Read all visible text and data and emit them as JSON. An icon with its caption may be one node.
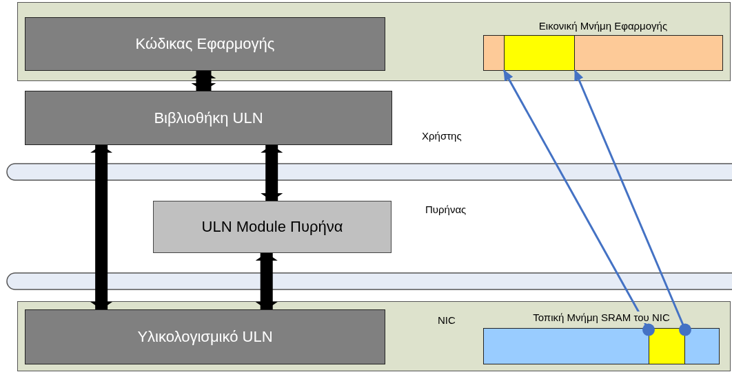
{
  "diagram": {
    "nodes": [
      {
        "text": [],
        "shape": "box"
      },
      {
        "text": [
          "Κώδικας Εφαρμογής"
        ],
        "in": 0
      },
      {
        "text": [
          "Εικονική Μνήμη Εφαρμογής"
        ],
        "in": 0
      },
      {
        "text": [],
        "shape": "box",
        "in": 2
      },
      {
        "text": [
          "Βιβλιοθήκη ULN"
        ]
      },
      {
        "text": [
          "ULN Module Πυρήνα"
        ]
      },
      {
        "text": [],
        "shape": "box"
      },
      {
        "text": [
          "Υλικολογισμικό ULN"
        ],
        "in": 6
      },
      {
        "text": [
          "Τοπική Μνήμη SRAM του NIC"
        ],
        "in": 6
      },
      {
        "text": [],
        "shape": "box",
        "in": 8
      }
    ],
    "edges": [
      {
        "from": 1,
        "to": 4,
        "arrow": "both"
      },
      {
        "from": 4,
        "to": 7,
        "arrow": "both"
      },
      {
        "from": 4,
        "to": 5,
        "arrow": "both"
      },
      {
        "from": 5,
        "to": 7,
        "arrow": "both"
      },
      {
        "from": 9,
        "to": 3,
        "arrow": "to",
        "color": "#4472c4"
      },
      {
        "from": 9,
        "to": 3,
        "arrow": "to",
        "color": "#4472c4"
      }
    ],
    "labels": [
      "Χρήστης",
      "Πυρήνας",
      "NIC"
    ]
  }
}
